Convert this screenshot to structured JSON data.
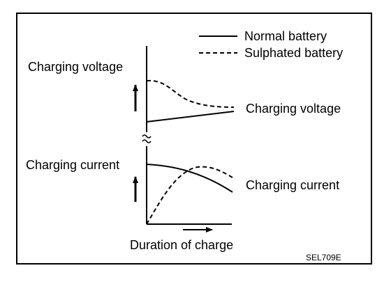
{
  "legend": {
    "normal": "Normal battery",
    "sulphated": "Sulphated battery"
  },
  "labels": {
    "voltage_left": "Charging voltage",
    "voltage_right": "Charging voltage",
    "current_left": "Charging current",
    "current_right": "Charging current",
    "x_axis": "Duration of charge",
    "figure_code": "SEL709E"
  }
}
